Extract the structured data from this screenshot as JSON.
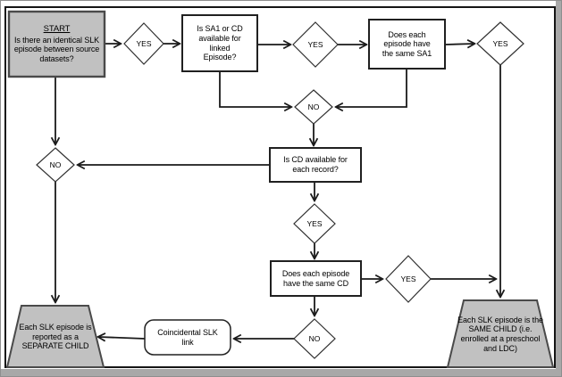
{
  "diagram_type": "flowchart",
  "labels": {
    "yes": "YES",
    "no": "NO"
  },
  "nodes": {
    "start": {
      "title": "START",
      "text": "Is there an identical SLK episode between source datasets?",
      "shape": "rectangle",
      "fill": "gray"
    },
    "sa1_cd_available": {
      "text": "Is SA1 or CD available for linked Episode?",
      "shape": "rectangle",
      "fill": "white"
    },
    "same_sa1": {
      "text": "Does each episode have the same SA1",
      "shape": "rectangle",
      "fill": "white"
    },
    "cd_available": {
      "text": "Is CD available for each record?",
      "shape": "rectangle",
      "fill": "white"
    },
    "same_cd": {
      "text": "Does each episode have the same CD",
      "shape": "rectangle",
      "fill": "white"
    },
    "coincidental": {
      "text": "Coincidental SLK link",
      "shape": "rounded-rectangle",
      "fill": "white"
    },
    "separate_child": {
      "text": "Each SLK episode is reported as a SEPARATE CHILD",
      "shape": "trapezoid",
      "fill": "gray"
    },
    "same_child": {
      "text": "Each SLK episode is the SAME CHILD (i.e. enrolled at a preschool and LDC)",
      "shape": "trapezoid",
      "fill": "gray"
    }
  },
  "edges": [
    {
      "from": "start",
      "to": "sa1_cd_available",
      "label": "YES"
    },
    {
      "from": "start",
      "to": "separate_child",
      "label": "NO"
    },
    {
      "from": "sa1_cd_available",
      "to": "same_sa1",
      "label": "YES"
    },
    {
      "from": "sa1_cd_available",
      "to": "cd_available",
      "label": "NO"
    },
    {
      "from": "same_sa1",
      "to": "same_child",
      "label": "YES"
    },
    {
      "from": "same_sa1",
      "to": "cd_available",
      "label": "NO"
    },
    {
      "from": "cd_available",
      "to": "same_cd",
      "label": "YES"
    },
    {
      "from": "cd_available",
      "to": "separate_child",
      "label": "NO"
    },
    {
      "from": "same_cd",
      "to": "same_child",
      "label": "YES"
    },
    {
      "from": "same_cd",
      "to": "coincidental",
      "label": "NO"
    },
    {
      "from": "coincidental",
      "to": "separate_child",
      "label": ""
    }
  ],
  "colors": {
    "shape_gray_fill": "#c1c1c1",
    "line": "#1a1a1a",
    "background": "#ffffff",
    "shadow_gray": "#a8a8a8"
  }
}
